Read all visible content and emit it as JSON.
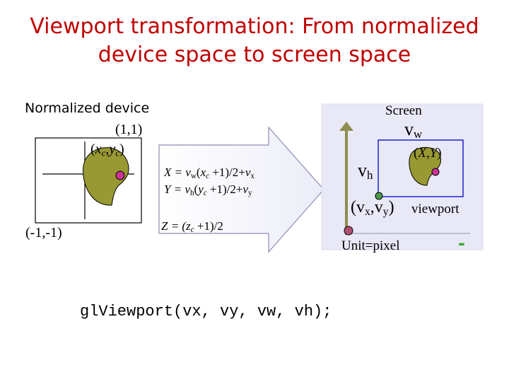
{
  "title": "Viewport transformation: From normalized device space to screen space",
  "ndc": {
    "label": "Normalized device",
    "corner_tr": "(1,1)",
    "corner_bl": "(-1,-1)",
    "point": {
      "open": "(",
      "x": "x",
      "x_sub": "c",
      "sep": ",",
      "y": "y",
      "y_sub": "c",
      "close": ")"
    }
  },
  "arrow": {
    "eq_x": {
      "lhs": "X = ",
      "v": "v",
      "v_sub": "w",
      "p1": "(",
      "x": "x",
      "x_sub": "c",
      "p2": " +1)/2+",
      "v2": "v",
      "v2_sub": "x"
    },
    "eq_y": {
      "lhs": "Y = ",
      "v": "v",
      "v_sub": "h",
      "p1": "(",
      "y": "y",
      "y_sub": "c",
      "p2": " +1)/2+",
      "v2": "v",
      "v2_sub": "y"
    },
    "eq_z": {
      "lhs": "Z = (",
      "z": "z",
      "z_sub": "c",
      "rest": " +1)/2"
    }
  },
  "screen": {
    "label": "Screen",
    "vw": "v",
    "vw_sub": "w",
    "vh": "v",
    "vh_sub": "h",
    "point": {
      "open": "(",
      "X": "X",
      "sep": ",",
      "Y": "Y",
      "close": ")"
    },
    "origin": {
      "open": "(",
      "vx": "v",
      "vx_sub": "x",
      "sep": ",",
      "vy": "v",
      "vy_sub": "y",
      "close": ")"
    },
    "viewport_label": "viewport",
    "unit_label": "Unit=pixel",
    "dash": "-"
  },
  "code": "glViewport(vx, vy, vw, vh);",
  "colors": {
    "title": "#c00000",
    "blob": "#999933",
    "point": "#cc3399",
    "origin_dot": "#4a9a4a",
    "screen_bg": "#e8e8f6",
    "viewport_border": "#0000cc",
    "dash": "#33aa33"
  }
}
